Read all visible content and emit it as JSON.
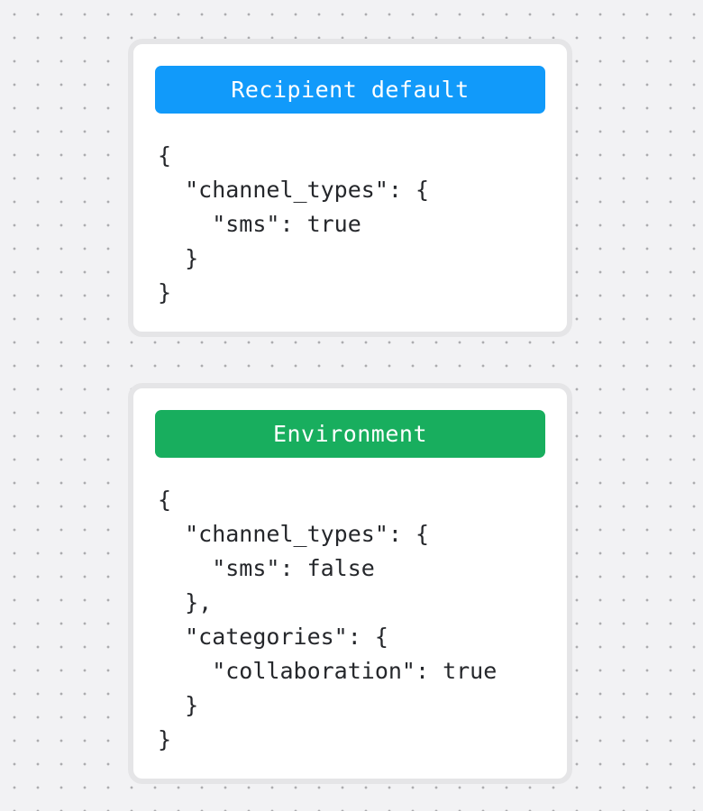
{
  "canvas": {
    "background_color": "#F2F2F4",
    "dot_color": "#ACACAF",
    "card_border_color": "#E5E5E7"
  },
  "cards": [
    {
      "name": "recipient-default",
      "badge": {
        "label": "Recipient default",
        "color": "#119AFA",
        "text_color": "#FFFFFF"
      },
      "code": [
        "{",
        "  \"channel_types\": {",
        "    \"sms\": true",
        "  }",
        "}"
      ]
    },
    {
      "name": "environment",
      "badge": {
        "label": "Environment",
        "color": "#18AE5E",
        "text_color": "#FFFFFF"
      },
      "code": [
        "{",
        "  \"channel_types\": {",
        "    \"sms\": false",
        "  },",
        "  \"categories\": {",
        "    \"collaboration\": true",
        "  }",
        "}"
      ]
    }
  ]
}
